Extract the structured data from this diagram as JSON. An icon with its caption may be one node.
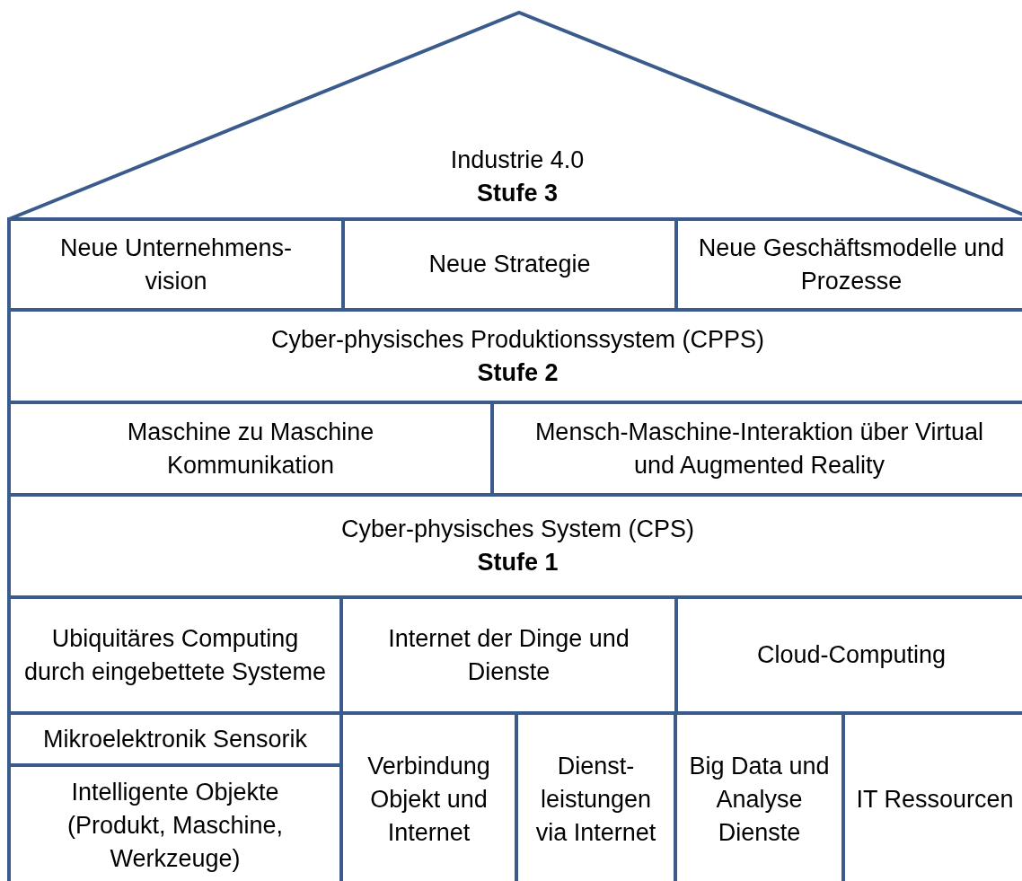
{
  "diagram": {
    "nodes": [
      {
        "text": [
          "Industrie 4.0",
          "Stufe 3"
        ]
      },
      {
        "text": [
          "Neue Unternehmens- vision"
        ]
      },
      {
        "text": [
          "Neue Strategie"
        ]
      },
      {
        "text": [
          "Neue Geschäftsmodelle und Prozesse"
        ]
      },
      {
        "text": [
          "Cyber-physisches Produktionssystem (CPPS)",
          "Stufe 2"
        ]
      },
      {
        "text": [
          "Maschine zu Maschine Kommunikation"
        ]
      },
      {
        "text": [
          "Mensch-Maschine-Interaktion über Virtual und Augmented Reality"
        ]
      },
      {
        "text": [
          "Cyber-physisches System (CPS)",
          "Stufe 1"
        ]
      },
      {
        "text": [
          "Ubiquitäres Computing durch eingebettete Systeme"
        ]
      },
      {
        "text": [
          "Internet der Dinge und Dienste"
        ]
      },
      {
        "text": [
          "Cloud-Computing"
        ]
      },
      {
        "text": [
          "Mikroelektronik Sensorik"
        ]
      },
      {
        "text": [
          "Intelligente Objekte (Produkt, Maschine, Werkzeuge)"
        ]
      },
      {
        "text": [
          "Verbindung Objekt und Internet"
        ]
      },
      {
        "text": [
          "Dienst- leistungen via Internet"
        ]
      },
      {
        "text": [
          "Big Data und Analyse Dienste"
        ]
      },
      {
        "text": [
          "IT Ressourcen"
        ]
      }
    ]
  }
}
